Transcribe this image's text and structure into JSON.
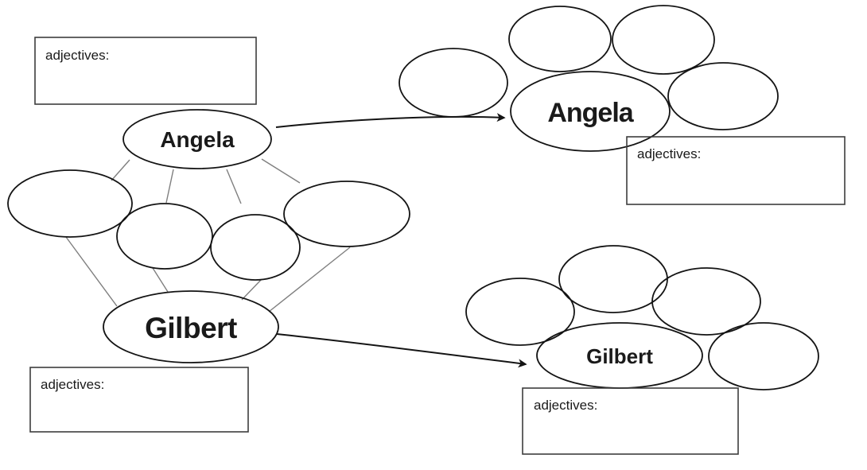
{
  "worksheet": {
    "type": "character-web-worksheet",
    "colors": {
      "background": "#ffffff",
      "shape_stroke": "#141414",
      "box_stroke": "#3d3d3d",
      "connector_gray": "#7f7f7f",
      "text": "#1a1a1a"
    },
    "left_web": {
      "angela_label": "Angela",
      "gilbert_label": "Gilbert",
      "top_box_label": "adjectives:",
      "bottom_box_label": "adjectives:",
      "empty_bubble_count": 4
    },
    "angela_web": {
      "center_label": "Angela",
      "box_label": "adjectives:",
      "empty_bubble_count": 4
    },
    "gilbert_web": {
      "center_label": "Gilbert",
      "box_label": "adjectives:",
      "empty_bubble_count": 4
    }
  }
}
